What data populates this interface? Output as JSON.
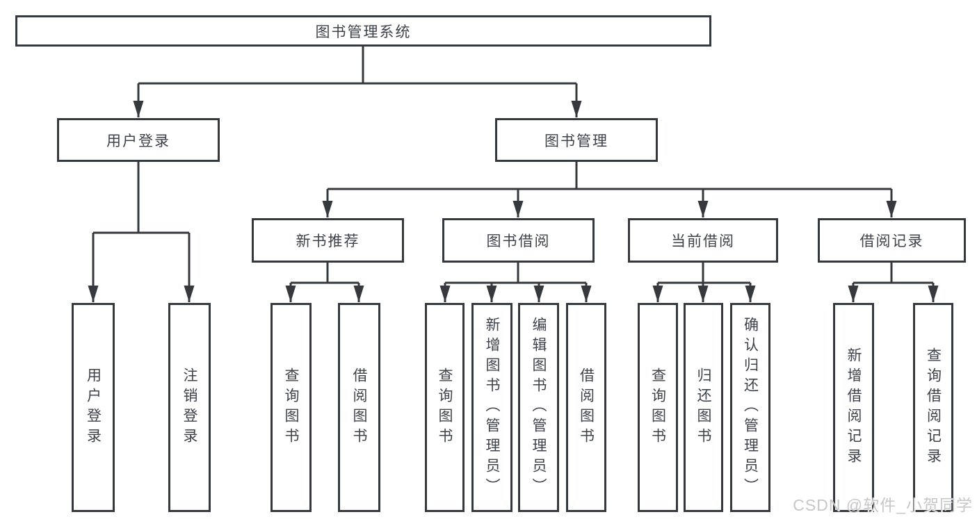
{
  "diagram": {
    "root": {
      "label": "图书管理系统"
    },
    "branches": [
      {
        "label": "用户登录",
        "children": [
          {
            "label": "用户登录"
          },
          {
            "label": "注销登录"
          }
        ]
      },
      {
        "label": "图书管理",
        "children": [
          {
            "label": "新书推荐",
            "children": [
              {
                "label": "查询图书"
              },
              {
                "label": "借阅图书"
              }
            ]
          },
          {
            "label": "图书借阅",
            "children": [
              {
                "label": "查询图书"
              },
              {
                "label": "新增图书（管理员）"
              },
              {
                "label": "编辑图书（管理员）"
              },
              {
                "label": "借阅图书"
              }
            ]
          },
          {
            "label": "当前借阅",
            "children": [
              {
                "label": "查询图书"
              },
              {
                "label": "归还图书"
              },
              {
                "label": "确认归还（管理员）"
              }
            ]
          },
          {
            "label": "借阅记录",
            "children": [
              {
                "label": "新增借阅记录"
              },
              {
                "label": "查询借阅记录"
              }
            ]
          }
        ]
      }
    ]
  },
  "watermark": {
    "text": "CSDN @软件_小贺同学"
  },
  "colors": {
    "line": "#35383c",
    "box_border": "#35383c",
    "text": "#3e424a",
    "watermark": "#c7c7c7",
    "background": "#ffffff"
  }
}
